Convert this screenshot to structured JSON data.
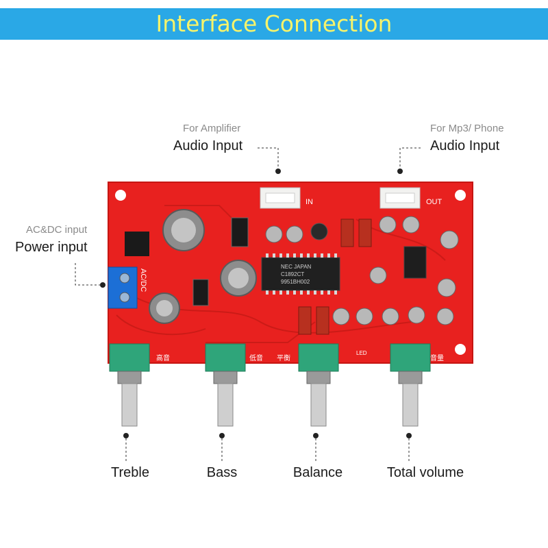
{
  "header": {
    "title": "Interface  Connection"
  },
  "callouts": {
    "amplifier": {
      "sub": "For Amplifier",
      "main": "Audio Input"
    },
    "phone": {
      "sub": "For Mp3/ Phone",
      "main": "Audio Input"
    },
    "power": {
      "sub": "AC&DC input",
      "main": "Power input"
    }
  },
  "knobs": [
    "Treble",
    "Bass",
    "Balance",
    "Total volume"
  ],
  "board": {
    "in_label": "IN",
    "out_label": "OUT",
    "acdc_label": "AC/DC",
    "chip_line1": "NEC JAPAN",
    "chip_line2": "C1892CT",
    "chip_line3": "9951BH002",
    "silk_treble": "高音",
    "silk_bass": "低音",
    "silk_balance": "平衡",
    "silk_volume": "音量",
    "led_label": "LED",
    "colors": {
      "pcb": "#e8211f",
      "knob_cap": "#2fa57a",
      "banner": "#2aa8e6",
      "title": "#f7f36a"
    }
  }
}
